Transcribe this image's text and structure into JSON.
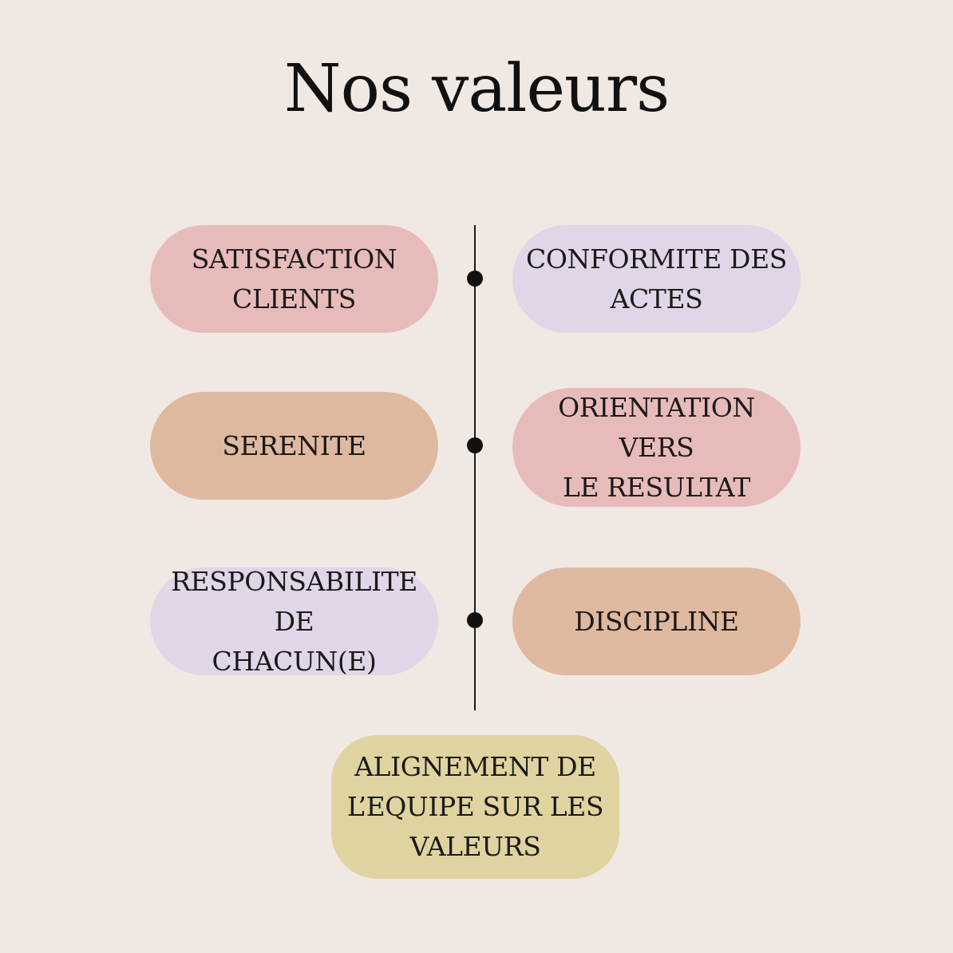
{
  "title": "Nos valeurs",
  "colors": {
    "background": "#f0e8e3",
    "pink": "#e8bbbb",
    "lavender": "#e1d6e7",
    "peach": "#dfb99f",
    "yellow": "#dfd39f",
    "line": "#1b1b1b"
  },
  "values": [
    {
      "label": "SATISFACTION\nCLIENTS",
      "color": "pink"
    },
    {
      "label": "CONFORMITE DES\nACTES",
      "color": "lavender"
    },
    {
      "label": "SERENITE",
      "color": "peach"
    },
    {
      "label": "ORIENTATION VERS\nLE RESULTAT",
      "color": "pink"
    },
    {
      "label": "RESPONSABILITE DE\nCHACUN(E)",
      "color": "lavender"
    },
    {
      "label": "DISCIPLINE",
      "color": "peach"
    },
    {
      "label": "ALIGNEMENT DE\nL’EQUIPE SUR LES\nVALEURS",
      "color": "yellow"
    }
  ]
}
